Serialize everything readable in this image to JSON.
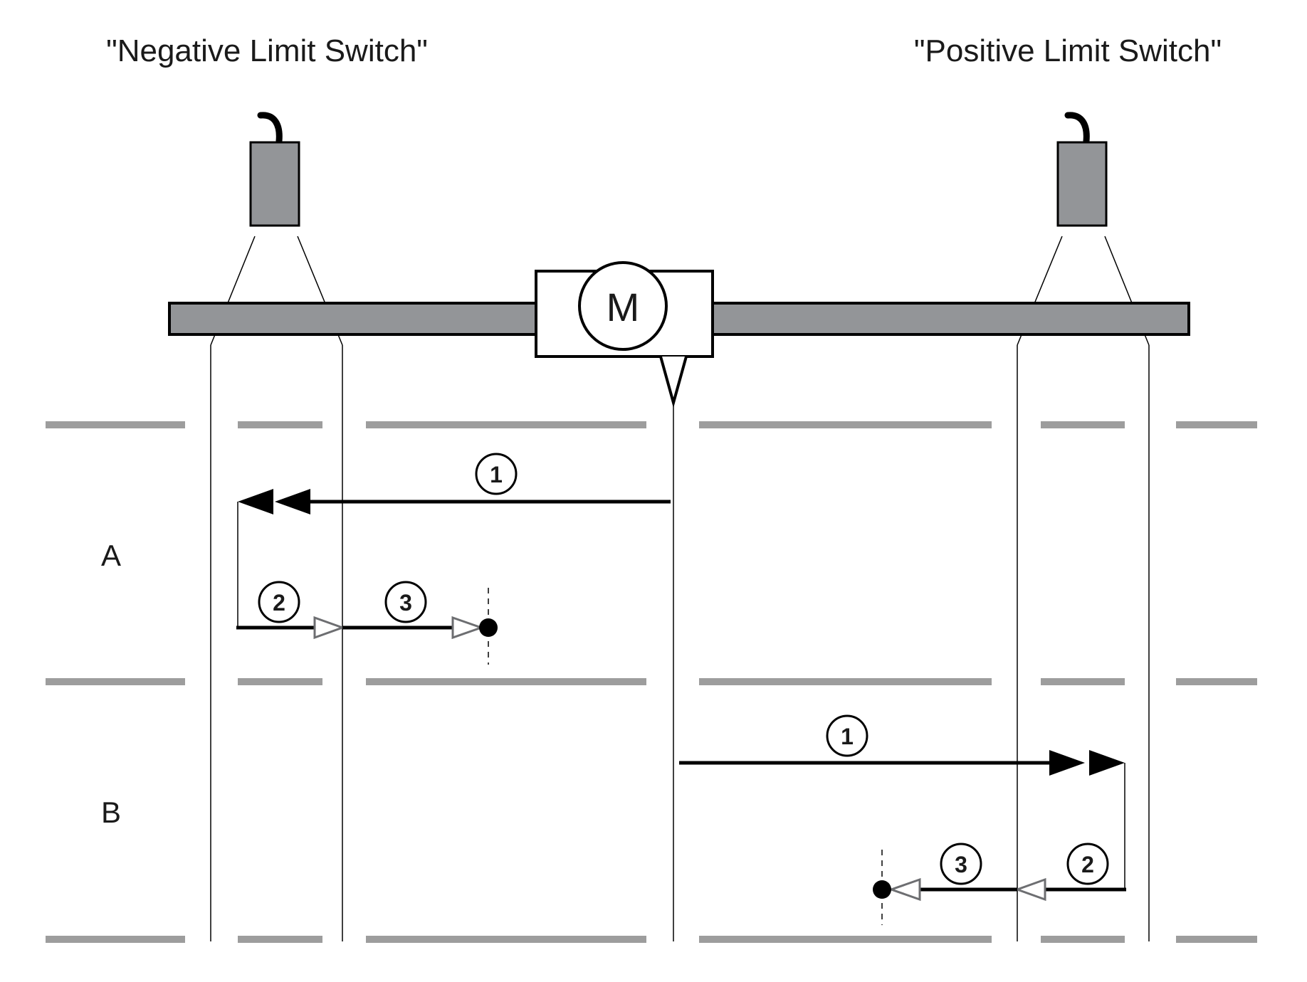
{
  "labels": {
    "negative_switch": "\"Negative Limit Switch\"",
    "positive_switch": "\"Positive Limit Switch\"",
    "motor": "M",
    "row_a": "A",
    "row_b": "B"
  },
  "steps": {
    "a1": "1",
    "a2": "2",
    "a3": "3",
    "b1": "1",
    "b2": "2",
    "b3": "3"
  },
  "colors": {
    "ink": "#000000",
    "sensor_fill": "#939598",
    "axis_fill": "#939598",
    "separator": "#9d9d9d",
    "open_arrow": "#6d6e71"
  }
}
